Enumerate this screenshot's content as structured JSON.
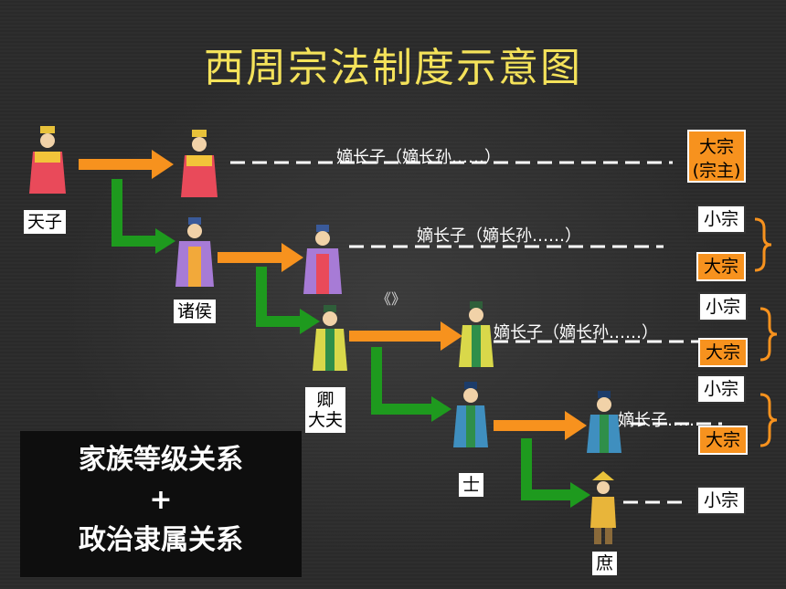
{
  "title": "西周宗法制度示意图",
  "ranks": [
    {
      "label": "天子"
    },
    {
      "label": "诸侯"
    },
    {
      "label": "卿\n大夫"
    },
    {
      "label": "士"
    },
    {
      "label": "庶"
    }
  ],
  "heirs": [
    "嫡长子（嫡长孙……）",
    "嫡长子（嫡长孙……）",
    "嫡长子（嫡长孙……）",
    "嫡长子……"
  ],
  "zong": {
    "da_zong_main": "大宗\n(宗主)",
    "xiao_zong": "小宗",
    "da_zong": "大宗"
  },
  "summary": {
    "line1": "家族等级关系",
    "line2": "+",
    "line3": "政治隶属关系"
  },
  "stray_mark": "《》",
  "colors": {
    "title": "#f4e25a",
    "orange_arrow": "#f7921e",
    "green_arrow": "#1e9a1e",
    "da_zong_fill": "#f7921e"
  }
}
